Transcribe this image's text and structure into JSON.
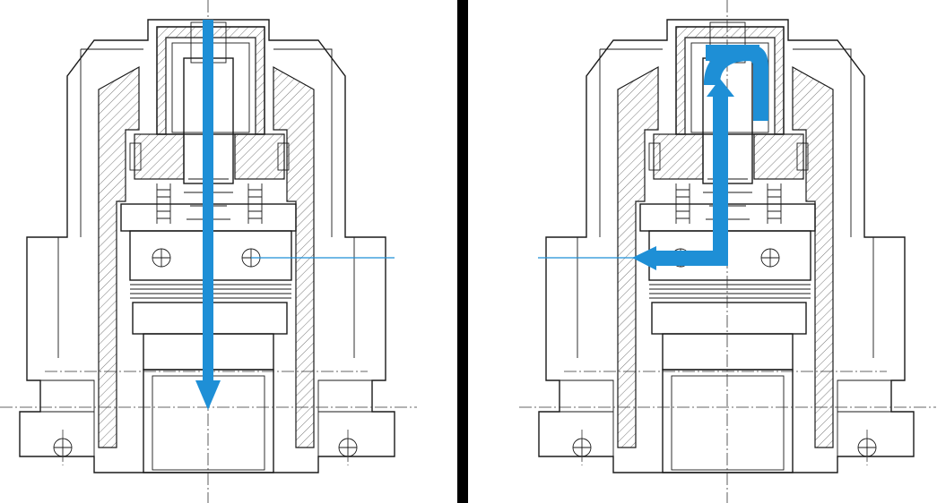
{
  "figure": {
    "panels": [
      {
        "id": "left",
        "flow": "downward"
      },
      {
        "id": "right",
        "flow": "upward-then-outlet-left"
      }
    ],
    "colors": {
      "flow_arrow": "#1e8fd6",
      "line": "#1a1a1a",
      "divider": "#000000",
      "background": "#ffffff"
    }
  }
}
